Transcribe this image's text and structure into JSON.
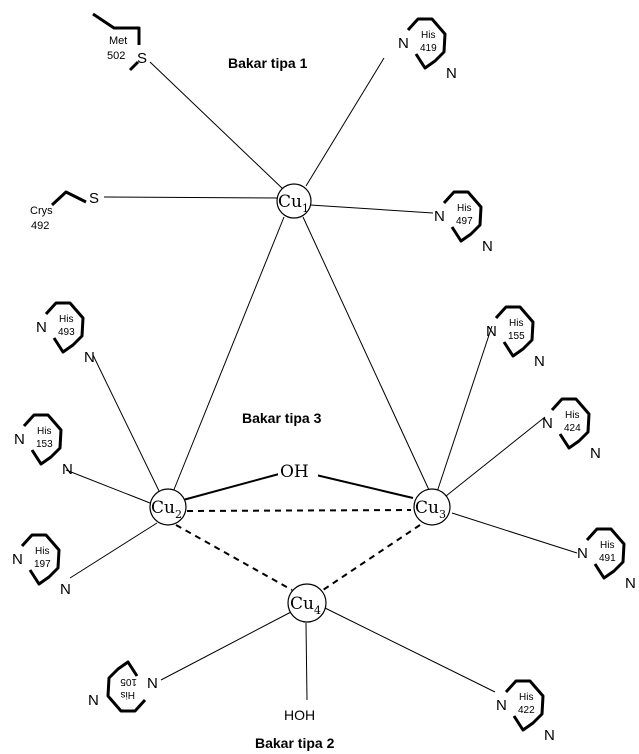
{
  "site_labels": {
    "type1": "Bakar tipa 1",
    "type3": "Bakar tipa 3",
    "type2": "Bakar tipa 2"
  },
  "copper_centers": [
    {
      "symbol": "Cu",
      "subscript": "1"
    },
    {
      "symbol": "Cu",
      "subscript": "2"
    },
    {
      "symbol": "Cu",
      "subscript": "3"
    },
    {
      "symbol": "Cu",
      "subscript": "4"
    }
  ],
  "bridging_ligand": "OH",
  "water_ligand": "HOH",
  "sulfur_ligands": [
    {
      "residue": "Met",
      "number": "502",
      "atom": "S"
    },
    {
      "residue": "Crys",
      "number": "492",
      "atom": "S"
    }
  ],
  "histidines": [
    {
      "residue": "His",
      "number": "419",
      "n1": "N",
      "n2": "N"
    },
    {
      "residue": "His",
      "number": "497",
      "n1": "N",
      "n2": "N"
    },
    {
      "residue": "His",
      "number": "493",
      "n1": "N",
      "n2": "N"
    },
    {
      "residue": "His",
      "number": "153",
      "n1": "N",
      "n2": "N"
    },
    {
      "residue": "His",
      "number": "197",
      "n1": "N",
      "n2": "N"
    },
    {
      "residue": "His",
      "number": "155",
      "n1": "N",
      "n2": "N"
    },
    {
      "residue": "His",
      "number": "424",
      "n1": "N",
      "n2": "N"
    },
    {
      "residue": "His",
      "number": "491",
      "n1": "N",
      "n2": "N"
    },
    {
      "residue": "His",
      "number": "422",
      "n1": "N",
      "n2": "N"
    },
    {
      "residue": "His",
      "number": "105",
      "n1": "N",
      "n2": "N"
    }
  ]
}
